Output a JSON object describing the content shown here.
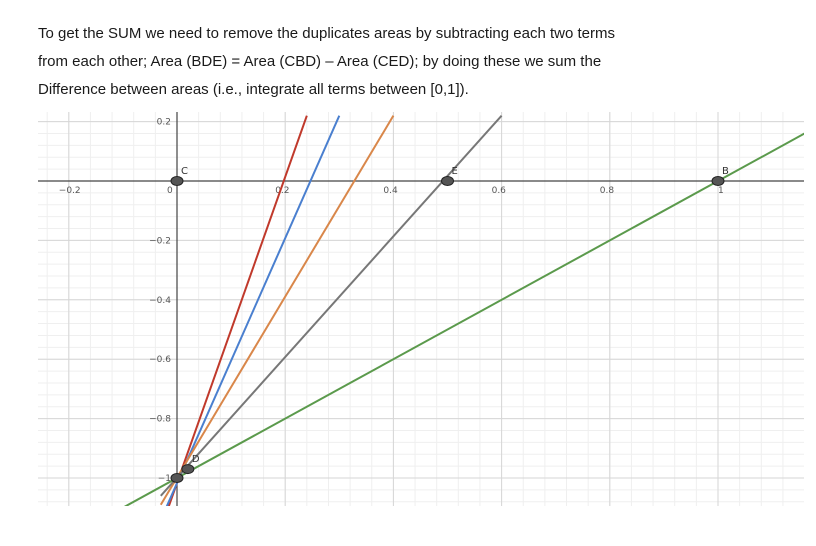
{
  "text": {
    "line1": "To get the SUM we need to remove the duplicates areas by subtracting each two terms",
    "line2": "from each other; Area (BDE) = Area (CBD) – Area (CED); by doing these we sum the",
    "line3": "Difference between areas (i.e., integrate all terms between [0,1])."
  },
  "chart_data": {
    "type": "line",
    "title": "",
    "xlabel": "",
    "ylabel": "",
    "xlim": [
      -0.24,
      1.19
    ],
    "ylim": [
      -1.1,
      0.22
    ],
    "grid": true,
    "x_ticks": [
      {
        "value": -0.2,
        "label": "−0.2"
      },
      {
        "value": 0,
        "label": "0"
      },
      {
        "value": 0.2,
        "label": "0.2"
      },
      {
        "value": 0.4,
        "label": "0.4"
      },
      {
        "value": 0.6,
        "label": "0.6"
      },
      {
        "value": 0.8,
        "label": "0.8"
      },
      {
        "value": 1,
        "label": "1"
      }
    ],
    "y_ticks": [
      {
        "value": 0.2,
        "label": "0.2"
      },
      {
        "value": -0.2,
        "label": "−0.2"
      },
      {
        "value": -0.4,
        "label": "−0.4"
      },
      {
        "value": -0.6,
        "label": "−0.6"
      },
      {
        "value": -0.8,
        "label": "−0.8"
      },
      {
        "value": -1,
        "label": "−1"
      }
    ],
    "series": [
      {
        "color": "#c0392b",
        "x": [
          -0.02,
          0.24
        ],
        "y": [
          -1.12,
          0.22
        ]
      },
      {
        "color": "#4a7fcf",
        "x": [
          -0.02,
          0.3
        ],
        "y": [
          -1.1,
          0.22
        ]
      },
      {
        "color": "#d9874a",
        "x": [
          -0.03,
          0.4
        ],
        "y": [
          -1.09,
          0.22
        ]
      },
      {
        "color": "#777777",
        "x": [
          -0.03,
          0.6
        ],
        "y": [
          -1.06,
          0.22
        ]
      },
      {
        "color": "#5b9a4c",
        "x": [
          -0.1,
          1.17
        ],
        "y": [
          -1.1,
          0.17
        ]
      }
    ],
    "points": [
      {
        "label": "C",
        "x": 0,
        "y": 0
      },
      {
        "label": "E",
        "x": 0.5,
        "y": 0
      },
      {
        "label": "B",
        "x": 1,
        "y": 0
      },
      {
        "label": "D",
        "x": 0.02,
        "y": -0.97
      },
      {
        "label": "",
        "x": 0,
        "y": -1
      }
    ]
  }
}
